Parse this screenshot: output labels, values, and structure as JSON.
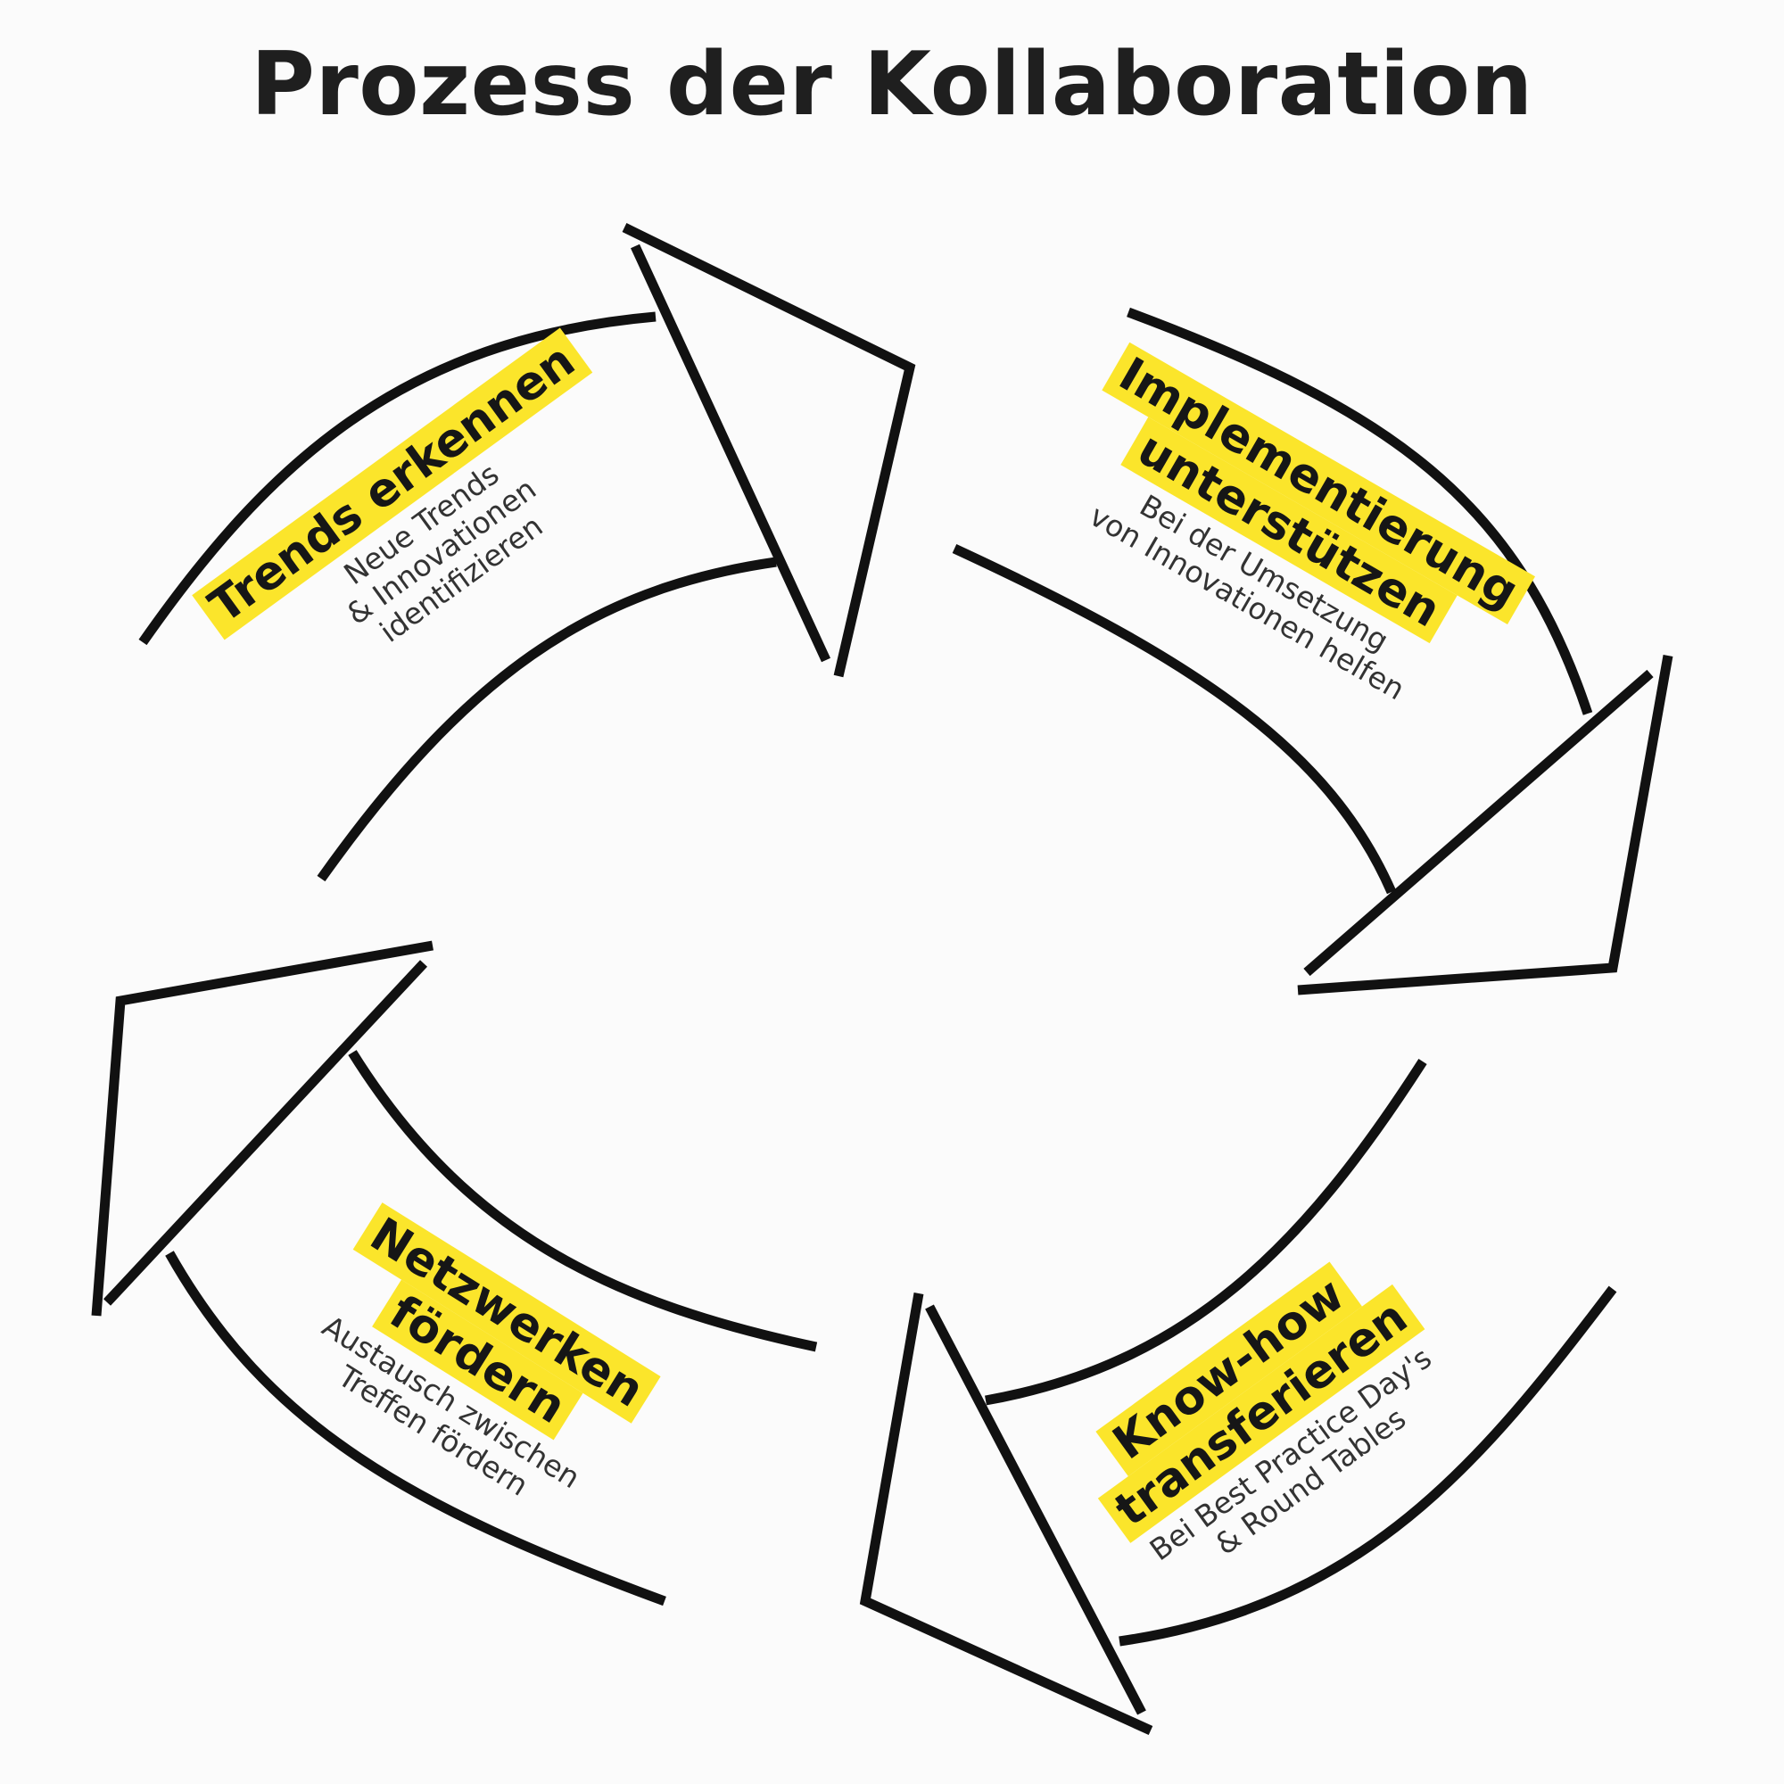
{
  "title": "Prozess der Kollaboration",
  "accent_color": "#fbe52b",
  "line_color": "#111111",
  "steps": [
    {
      "heading": "Trends erkennen",
      "lines": [
        "Neue Trends",
        "& Innovationen",
        "identifizieren"
      ]
    },
    {
      "heading": [
        "Implementierung",
        "unterstützen"
      ],
      "lines": [
        "Bei der Umsetzung",
        "von Innovationen helfen"
      ]
    },
    {
      "heading": [
        "Know-how",
        "transferieren"
      ],
      "lines": [
        "Bei Best Practice Day's",
        "& Round Tables"
      ]
    },
    {
      "heading": [
        "Netzwerken",
        "fördern"
      ],
      "lines": [
        "Austausch zwischen",
        "Treffen fördern"
      ]
    }
  ]
}
